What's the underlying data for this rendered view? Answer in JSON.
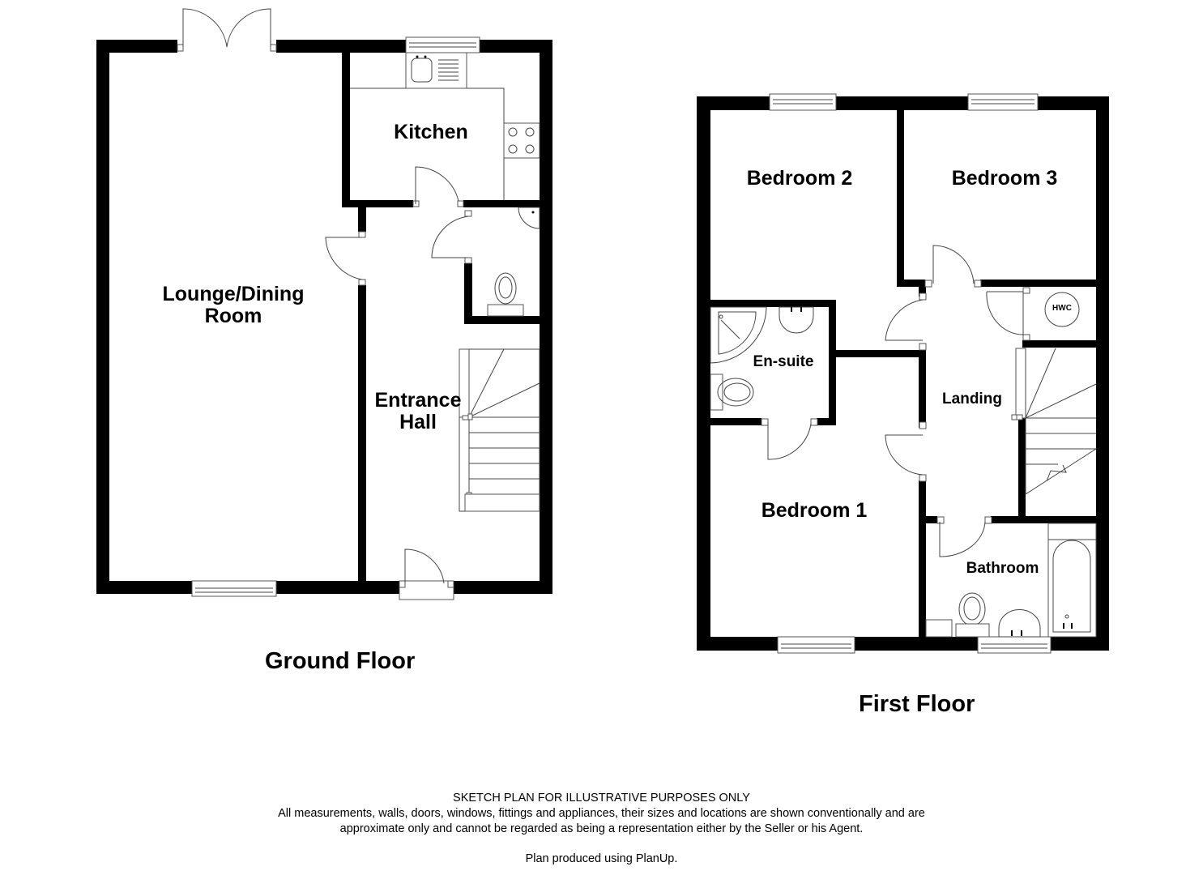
{
  "ground_floor": {
    "title": "Ground Floor",
    "rooms": {
      "lounge": "Lounge/Dining\nRoom",
      "lounge_line1": "Lounge/Dining",
      "lounge_line2": "Room",
      "kitchen": "Kitchen",
      "hall_line1": "Entrance",
      "hall_line2": "Hall"
    },
    "fixtures": [
      "french-doors",
      "kitchen-sink",
      "hob",
      "cloakroom-basin",
      "cloakroom-wc",
      "staircase",
      "front-door",
      "windows"
    ]
  },
  "first_floor": {
    "title": "First Floor",
    "rooms": {
      "bedroom2": "Bedroom 2",
      "bedroom3": "Bedroom 3",
      "ensuite": "En-suite",
      "landing": "Landing",
      "bedroom1": "Bedroom 1",
      "bathroom": "Bathroom",
      "hwc": "HWC"
    },
    "fixtures": [
      "shower",
      "basin",
      "wc",
      "hot-water-cylinder",
      "staircase",
      "bath",
      "windows"
    ]
  },
  "disclaimer": {
    "line1": "SKETCH PLAN FOR ILLUSTRATIVE PURPOSES ONLY",
    "line2": "All measurements, walls, doors, windows, fittings and appliances, their sizes and locations are shown conventionally and are",
    "line3": "approximate only and cannot be regarded as being a representation either by the Seller or his Agent.",
    "credit": "Plan produced using PlanUp."
  },
  "colors": {
    "wall": "#000000",
    "background": "#ffffff",
    "line": "#555555"
  }
}
